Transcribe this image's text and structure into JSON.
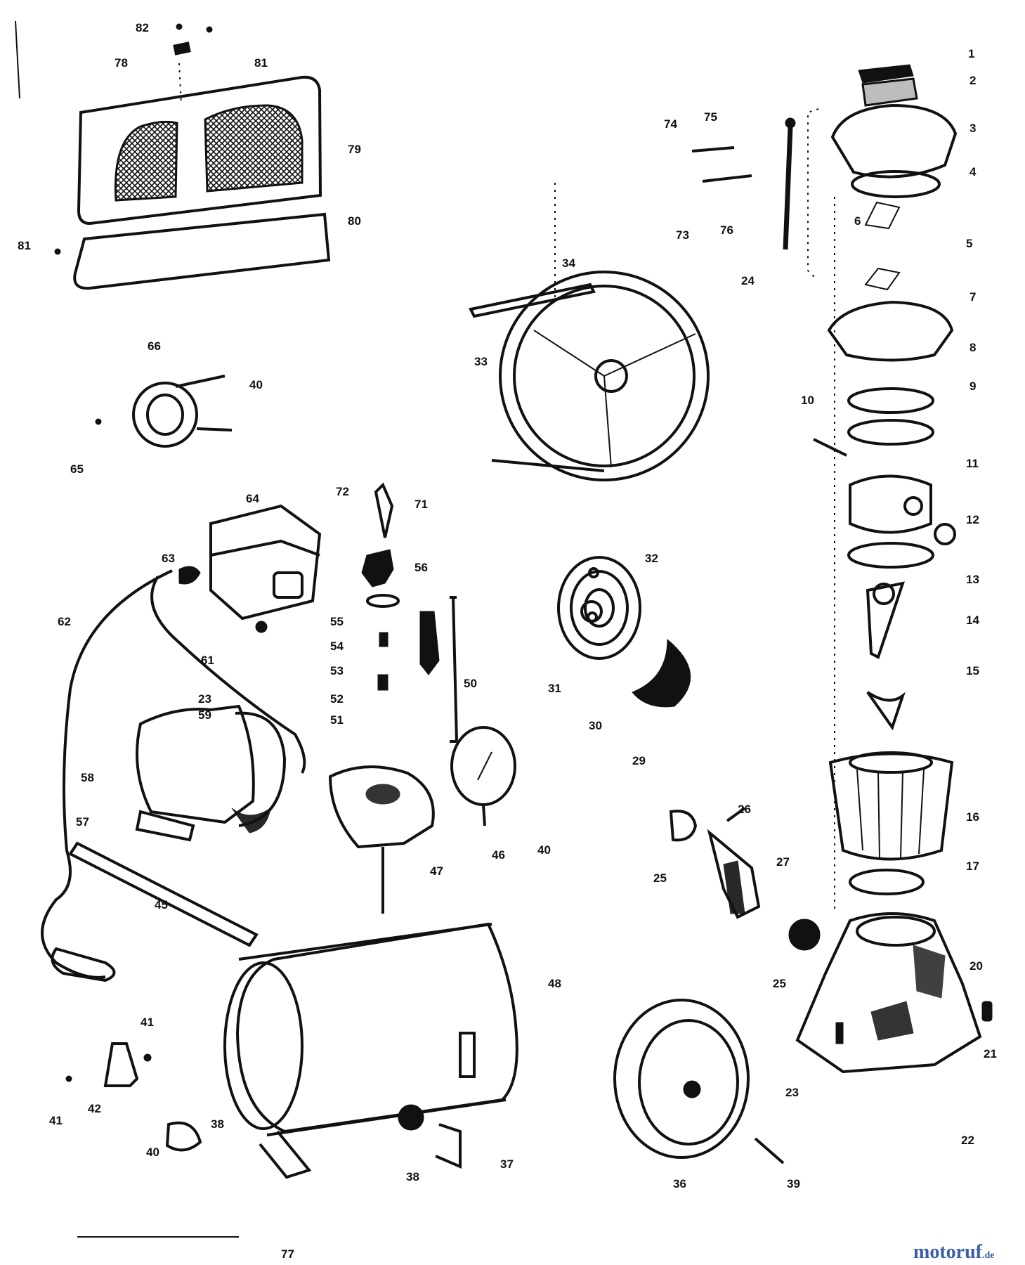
{
  "labels": {
    "l1": "1",
    "l2": "2",
    "l3": "3",
    "l4": "4",
    "l5": "5",
    "l6": "6",
    "l7": "7",
    "l8": "8",
    "l9": "9",
    "l10": "10",
    "l11": "11",
    "l12": "12",
    "l13": "13",
    "l14": "14",
    "l15": "15",
    "l16": "16",
    "l17": "17",
    "l20": "20",
    "l21": "21",
    "l22": "22",
    "l23": "23",
    "l24": "24",
    "l25a": "25",
    "l25b": "25",
    "l26": "26",
    "l27": "27",
    "l29": "29",
    "l30": "30",
    "l31": "31",
    "l32": "32",
    "l33": "33",
    "l34": "34",
    "l36": "36",
    "l37": "37",
    "l38a": "38",
    "l38b": "38",
    "l39": "39",
    "l40a": "40",
    "l40b": "40",
    "l40c": "40",
    "l41a": "41",
    "l41b": "41",
    "l42": "42",
    "l45": "45",
    "l46": "46",
    "l47": "47",
    "l48": "48",
    "l50": "50",
    "l51": "51",
    "l52": "52",
    "l53": "53",
    "l54": "54",
    "l55": "55",
    "l56": "56",
    "l57": "57",
    "l58": "58",
    "l59": "59",
    "l61": "61",
    "l62": "62",
    "l63": "63",
    "l64": "64",
    "l65": "65",
    "l66": "66",
    "l71": "71",
    "l72": "72",
    "l73": "73",
    "l74": "74",
    "l75": "75",
    "l76": "76",
    "l77": "77",
    "l78": "78",
    "l79": "79",
    "l80": "80",
    "l81a": "81",
    "l81b": "81",
    "l82": "82",
    "l23b": "23"
  },
  "watermark": {
    "brand": "motoruf",
    "tld": ".de",
    "brand_color": "#3a5ea8",
    "accent_color": "#e2001a"
  }
}
